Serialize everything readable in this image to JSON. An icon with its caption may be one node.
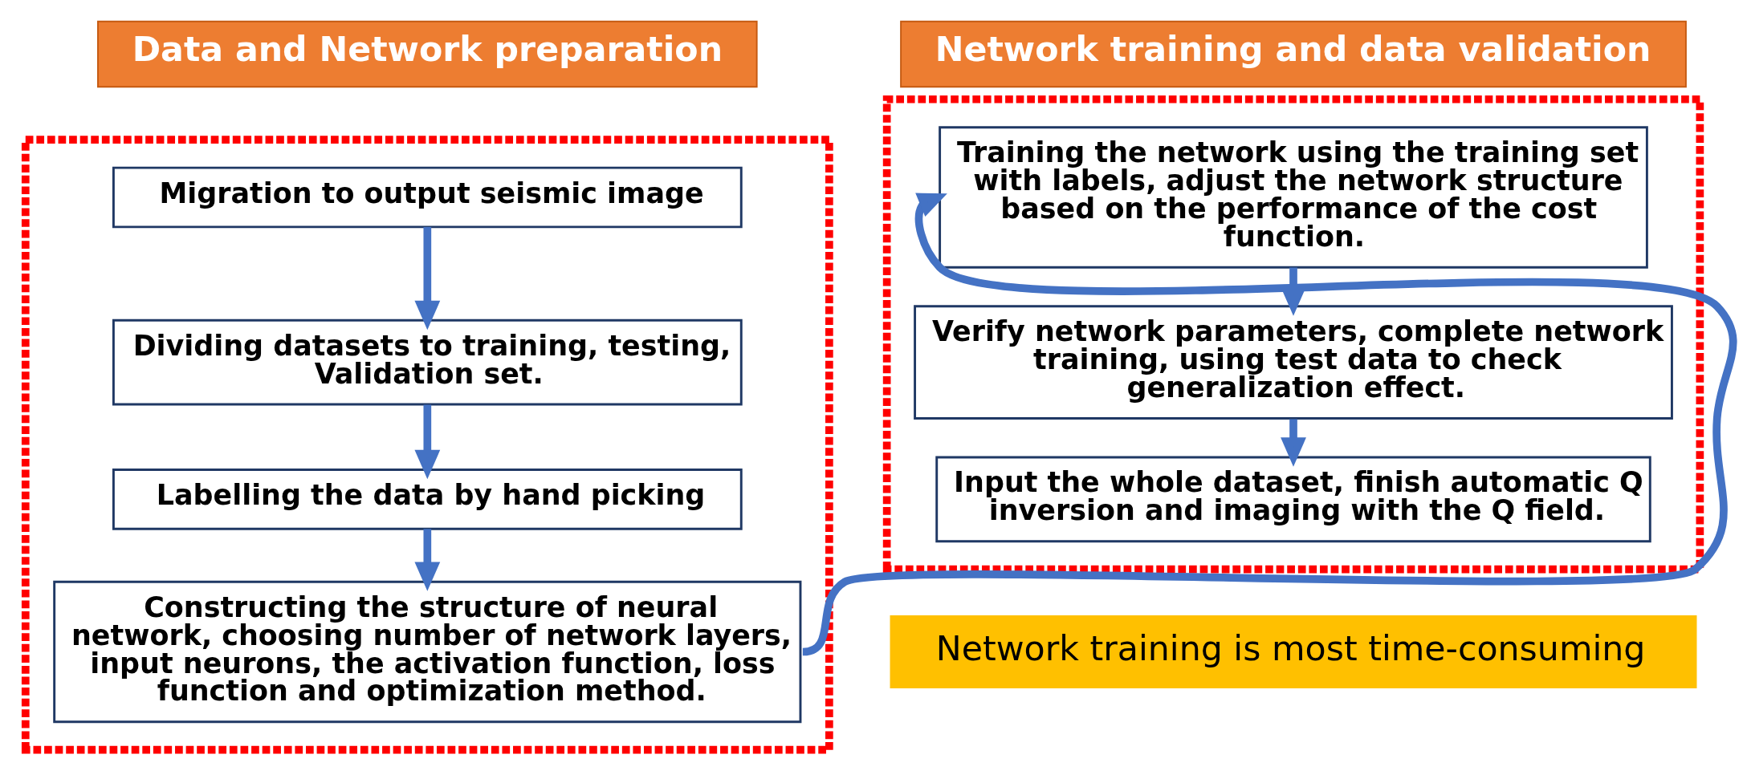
{
  "diagram": {
    "nodes": [
      {
        "text": [
          "Data and Network preparation"
        ]
      },
      {
        "text": [],
        "shape": "box"
      },
      {
        "text": [
          "Migration to output seismic image"
        ],
        "in": 1
      },
      {
        "text": [
          "Dividing datasets to training, testing, Validation set."
        ],
        "in": 1
      },
      {
        "text": [
          "Labelling the data by hand picking"
        ],
        "in": 1
      },
      {
        "text": [
          "Constructing the structure of neural network, choosing number of network layers, input neurons, the activation function, loss function and optimization method."
        ],
        "in": 1
      },
      {
        "text": [
          "Network training and data validation"
        ]
      },
      {
        "text": [],
        "shape": "box"
      },
      {
        "text": [
          "Training the network using the training set with labels, adjust the network structure based on the performance of the cost function."
        ],
        "in": 7
      },
      {
        "text": [
          "Verify network parameters, complete network training, using test data to check generalization effect."
        ],
        "in": 7
      },
      {
        "text": [
          "Input the whole dataset, finish automatic Q inversion and imaging with the Q field."
        ],
        "in": 7
      },
      {
        "text": [
          "Network training is most time-consuming"
        ]
      }
    ],
    "edges": [
      {
        "from": 2,
        "to": 3,
        "arrow": "to"
      },
      {
        "from": 3,
        "to": 4,
        "arrow": "to"
      },
      {
        "from": 4,
        "to": 5,
        "arrow": "to"
      },
      {
        "from": 5,
        "to": 8,
        "arrow": "to"
      },
      {
        "from": 8,
        "to": 9,
        "arrow": "to"
      },
      {
        "from": 9,
        "to": 10,
        "arrow": "to"
      }
    ]
  }
}
